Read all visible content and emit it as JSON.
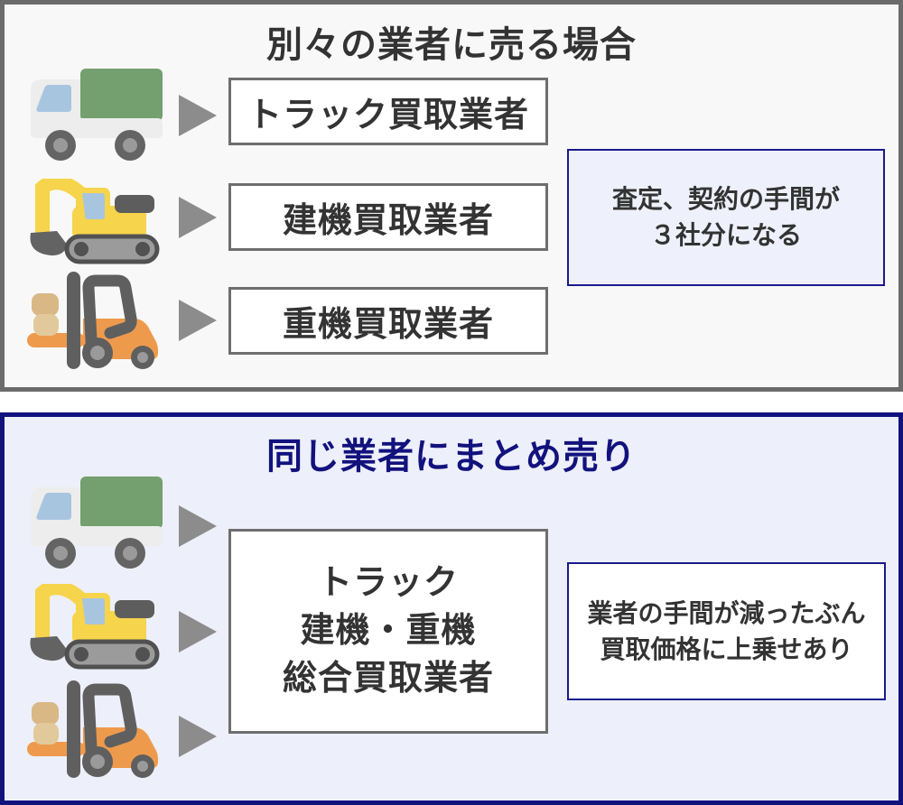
{
  "colors": {
    "panel_separate_bg": "#f8f8f8",
    "panel_separate_border": "#6b6b6b",
    "panel_bundle_bg": "#edeffa",
    "panel_bundle_border": "#12127d",
    "buyer_box_border": "#6e6e6e",
    "note_border": "#1a1a8c",
    "note_separate_bg": "#eef0fb",
    "note_bundle_bg": "#ffffff",
    "title_separate_color": "#333333",
    "title_bundle_color": "#12127d",
    "arrow_color": "#8c8c8c",
    "truck_cargo_green": "#74a06f",
    "excavator_yellow": "#f6d44b",
    "forklift_orange": "#ee9a4d"
  },
  "panel_separate": {
    "title": "別々の業者に売る場合",
    "rows": [
      {
        "icon": "truck-icon",
        "buyer": "トラック買取業者"
      },
      {
        "icon": "excavator-icon",
        "buyer": "建機買取業者"
      },
      {
        "icon": "forklift-icon",
        "buyer": "重機買取業者"
      }
    ],
    "note_line1": "査定、契約の手間が",
    "note_line2": "３社分になる"
  },
  "panel_bundle": {
    "title": "同じ業者にまとめ売り",
    "icons": [
      "truck-icon",
      "excavator-icon",
      "forklift-icon"
    ],
    "buyer_line1": "トラック",
    "buyer_line2": "建機・重機",
    "buyer_line3": "総合買取業者",
    "note_line1": "業者の手間が減ったぶん",
    "note_line2": "買取価格に上乗せあり"
  }
}
